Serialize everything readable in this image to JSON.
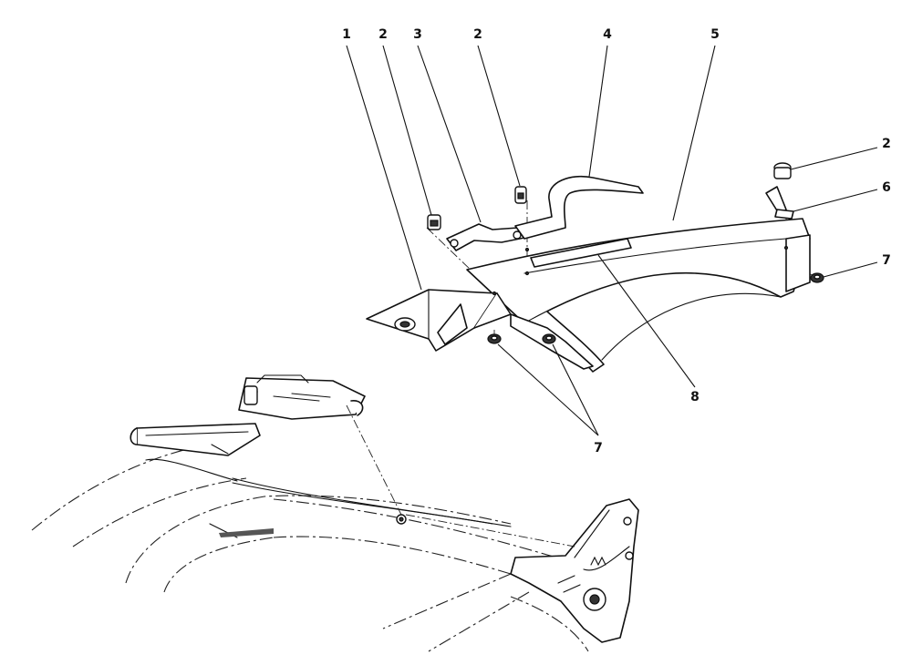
{
  "diagram": {
    "callouts": [
      {
        "id": "c1",
        "label": "1"
      },
      {
        "id": "c2a",
        "label": "2"
      },
      {
        "id": "c3",
        "label": "3"
      },
      {
        "id": "c2b",
        "label": "2"
      },
      {
        "id": "c4",
        "label": "4"
      },
      {
        "id": "c5",
        "label": "5"
      },
      {
        "id": "c2c",
        "label": "2"
      },
      {
        "id": "c6",
        "label": "6"
      },
      {
        "id": "c7a",
        "label": "7"
      },
      {
        "id": "c8",
        "label": "8"
      },
      {
        "id": "c7b",
        "label": "7"
      }
    ]
  }
}
